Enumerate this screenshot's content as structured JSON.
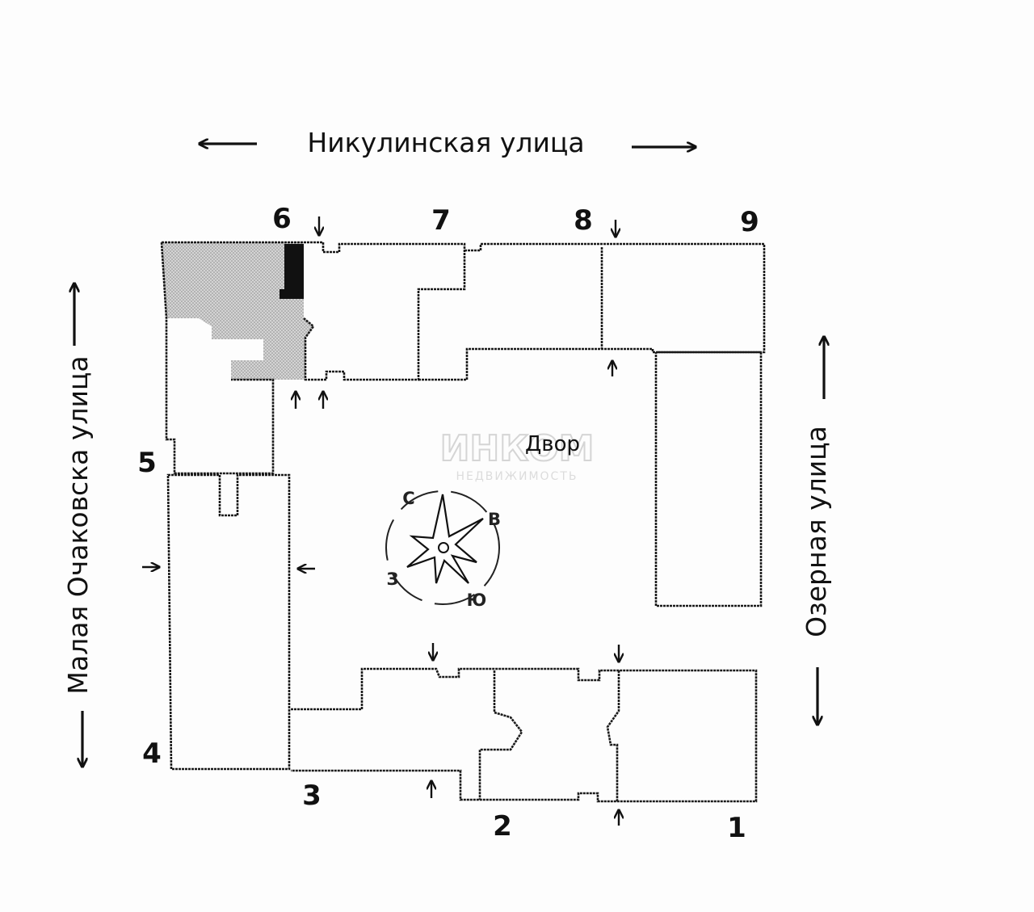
{
  "streets": {
    "top": "Никулинская улица",
    "left": "Малая Очаковска улица",
    "right": "Озерная улица"
  },
  "yard_label": "Двор",
  "building_numbers": [
    "1",
    "2",
    "3",
    "4",
    "5",
    "6",
    "7",
    "8",
    "9"
  ],
  "compass": {
    "north": "С",
    "east": "В",
    "south": "Ю",
    "west": "З"
  },
  "watermark": {
    "main": "ИНКОМ",
    "sub": "НЕДВИЖИМОСТЬ"
  },
  "colors": {
    "ink": "#111111",
    "highlight_fill": "#c9c9c9",
    "highlight_dark": "#111111"
  }
}
